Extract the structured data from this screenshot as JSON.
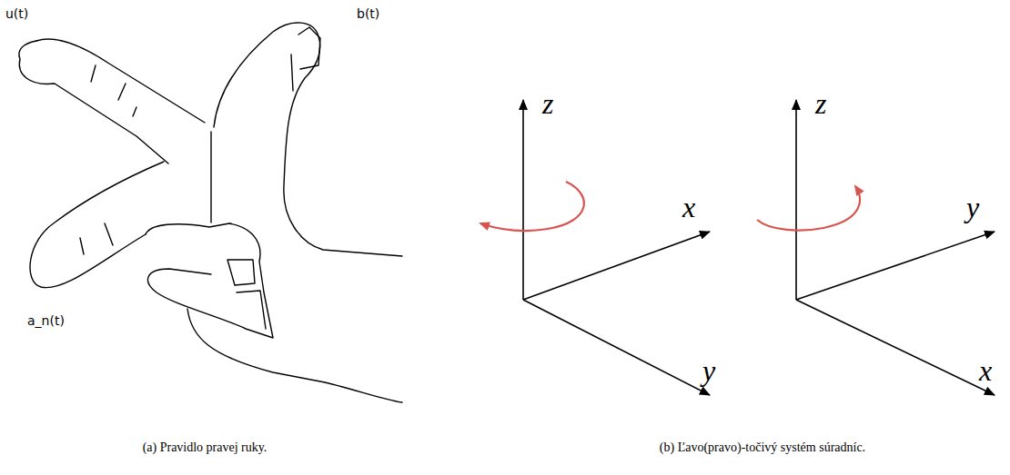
{
  "diagram": {
    "labels": [
      "u(t)",
      "b(t)",
      "a_n(t)",
      "z",
      "x",
      "y",
      "z",
      "y",
      "x",
      "(a) Pravidlo pravej ruky.",
      "(b) Ľavo(pravo)-točivý systém súradníc."
    ]
  }
}
